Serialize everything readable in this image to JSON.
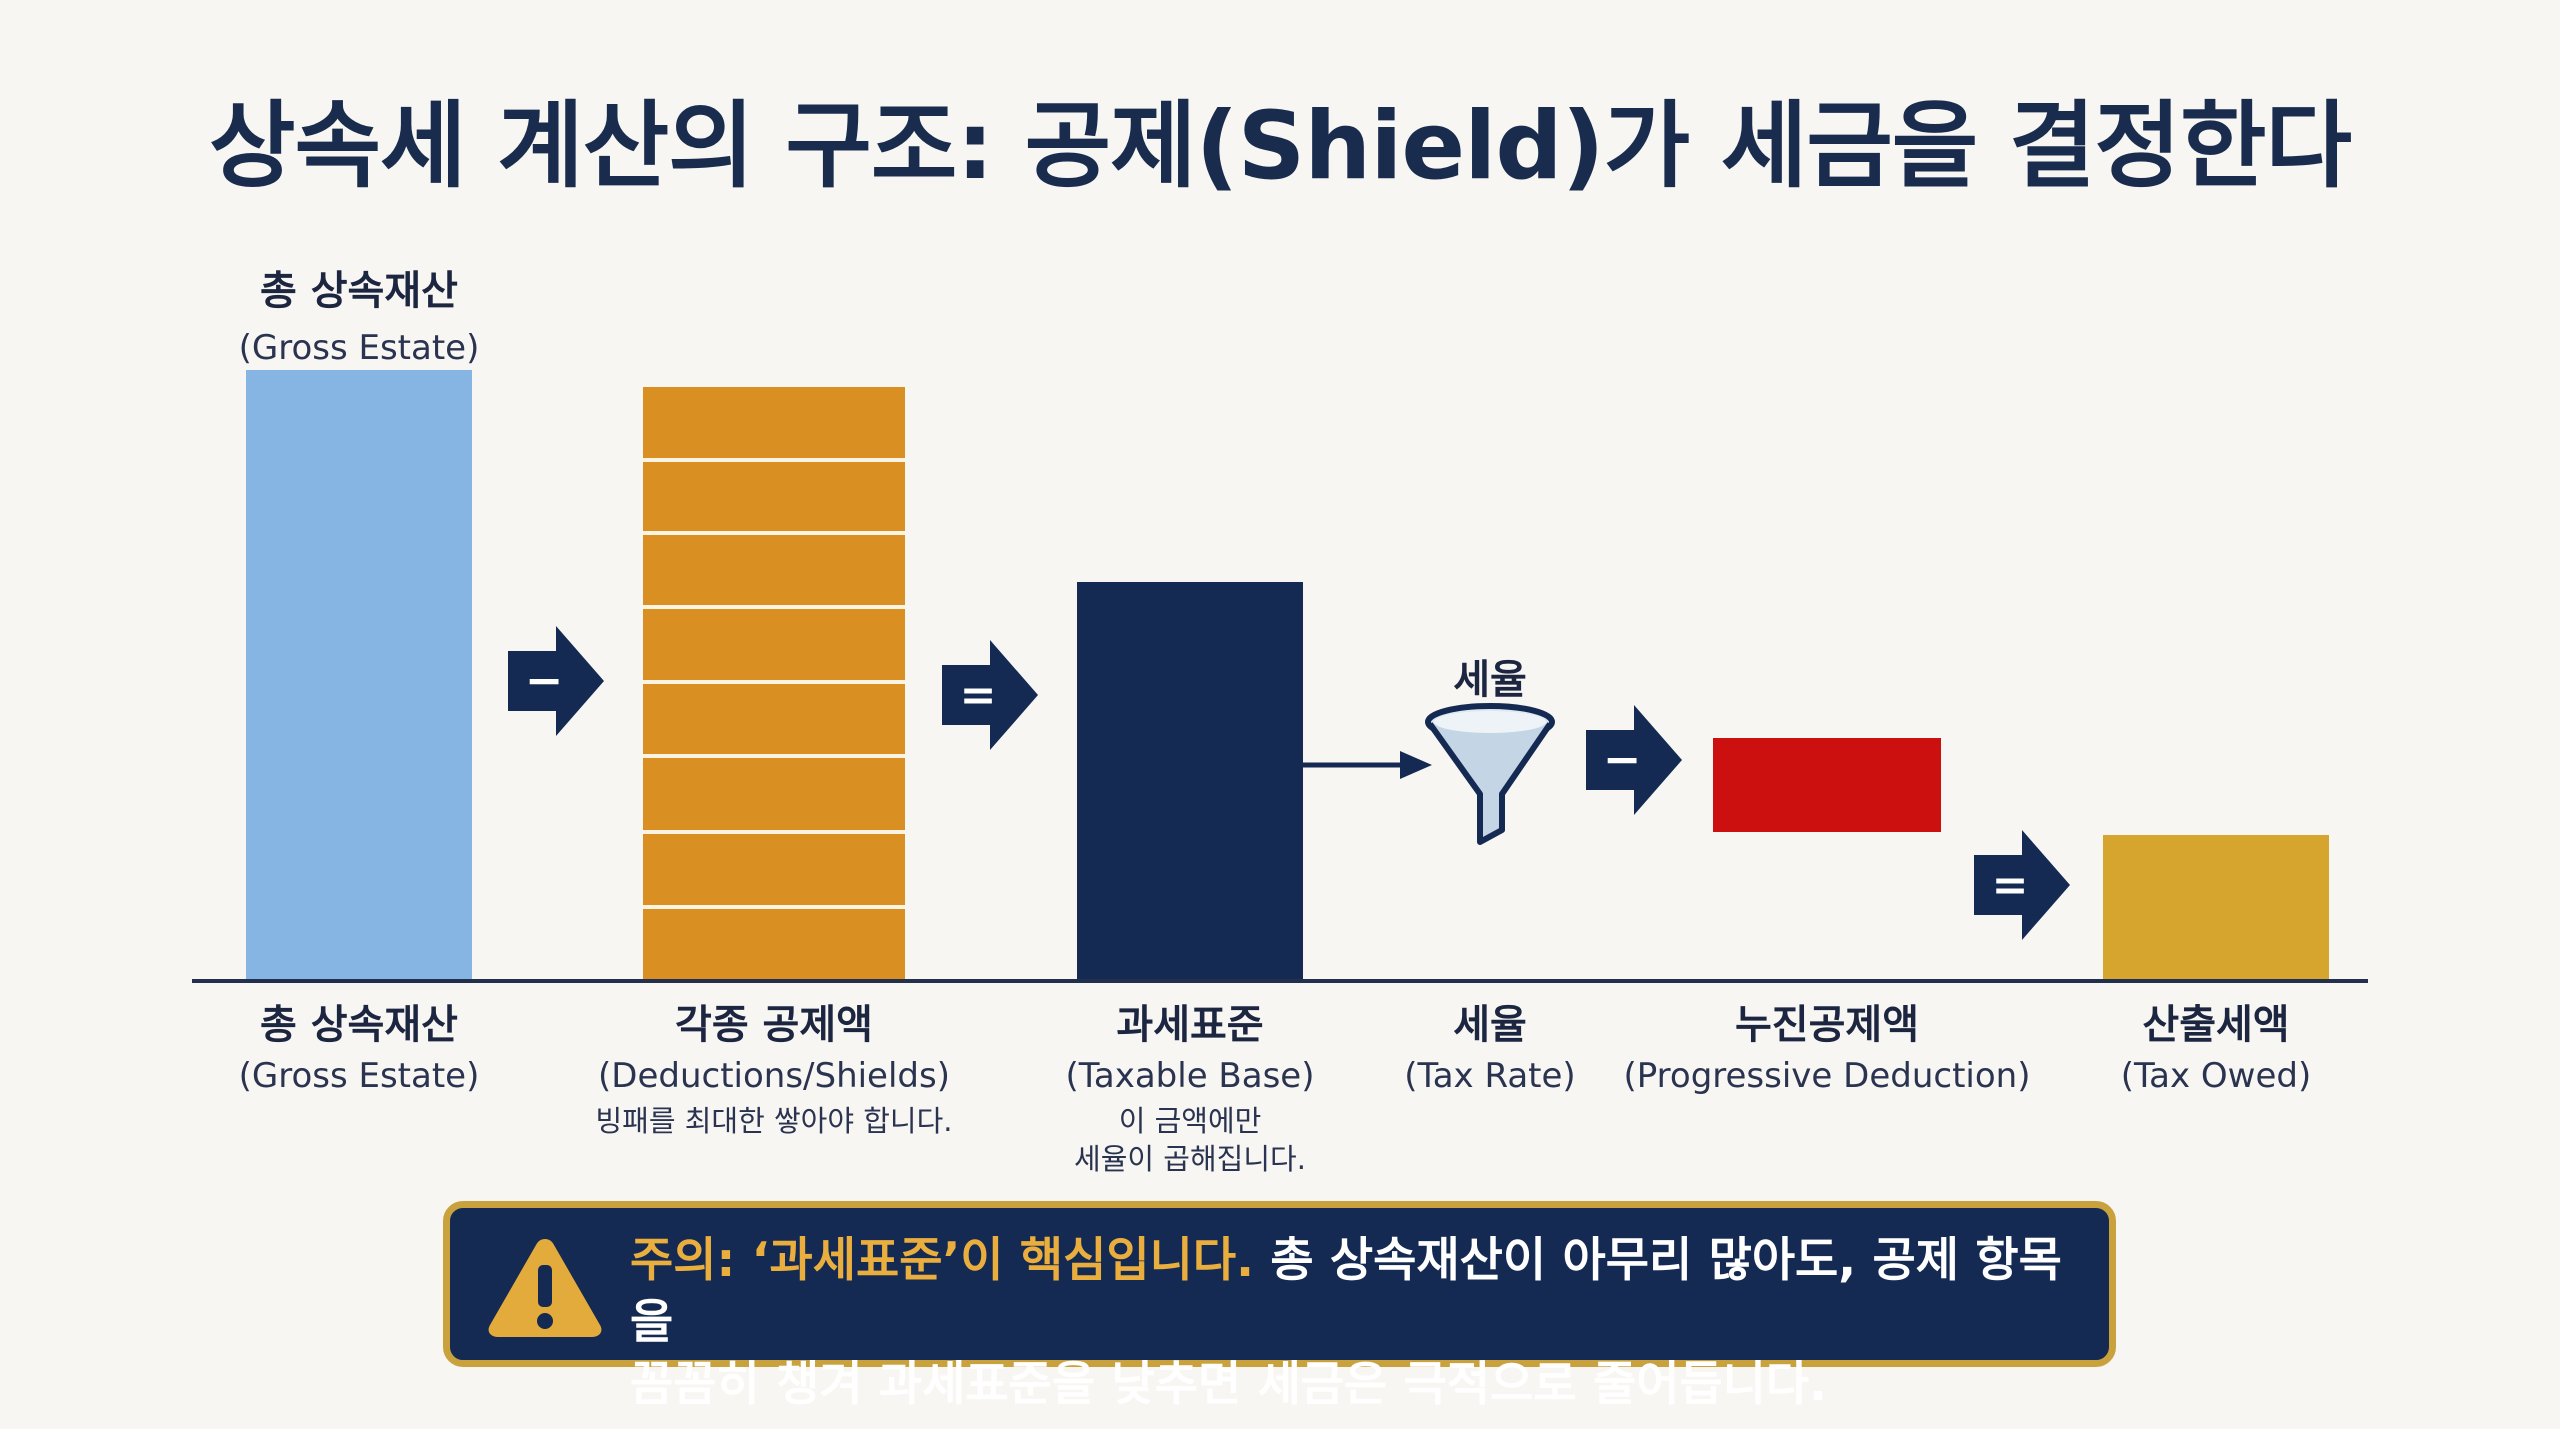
{
  "title": "상속세 계산의 구조: 공제(Shield)가 세금을 결정한다",
  "colors": {
    "background": "#f7f6f2",
    "navy": "#142a52",
    "gross_estate": "#86b5e3",
    "deductions": "#d98f22",
    "taxable_base": "#142a52",
    "progressive_deduction": "#cc1010",
    "tax_owed": "#d5a52d",
    "warning_border": "#c9a23e",
    "warning_highlight": "#e9ae3e"
  },
  "top_labels": {
    "gross_ko": "총 상속재산",
    "gross_en": "(Gross Estate)",
    "tax_rate_ko": "세율"
  },
  "operators": {
    "minus1": "−",
    "equals1": "=",
    "minus2": "−",
    "equals2": "="
  },
  "steps": [
    {
      "ko": "총 상속재산",
      "en": "(Gross Estate)",
      "notes": []
    },
    {
      "ko": "각종 공제액",
      "en": "(Deductions/Shields)",
      "notes": [
        "빙패를 최대한 쌓아야 합니다."
      ]
    },
    {
      "ko": "과세표준",
      "en": "(Taxable Base)",
      "notes": [
        "이 금액에만",
        "세율이 곱해집니다."
      ]
    },
    {
      "ko": "세율",
      "en": "(Tax Rate)",
      "notes": []
    },
    {
      "ko": "누진공제액",
      "en": "(Progressive Deduction)",
      "notes": []
    },
    {
      "ko": "산출세액",
      "en": "(Tax Owed)",
      "notes": []
    }
  ],
  "icons": {
    "operator": "arrow-right-icon",
    "rate": "funnel-icon",
    "warning": "warning-triangle-icon"
  },
  "warning": {
    "highlight": "주의: ‘과세표준’이 핵심입니다.",
    "line1_rest": " 총 상속재산이 아무리 많아도, 공제 항목을",
    "line2": "꼼꼼히 챙겨 과세표준을 낮추면 세금은 극적으로 줄어듭니다."
  }
}
